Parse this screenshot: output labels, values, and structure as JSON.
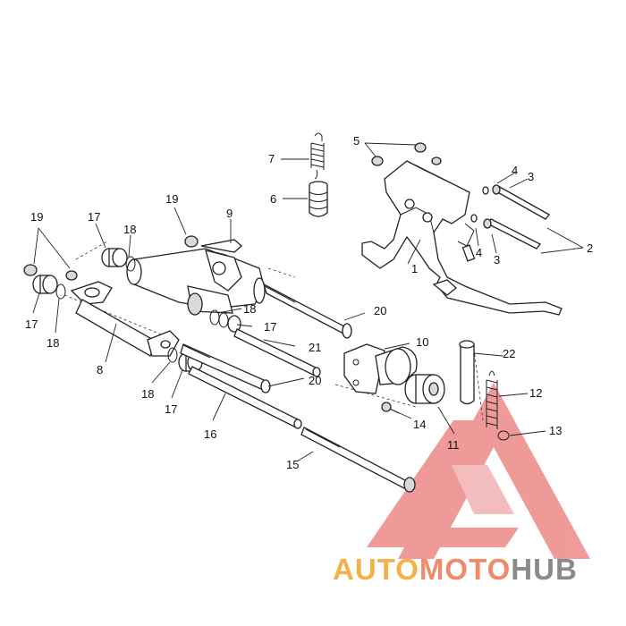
{
  "diagram": {
    "callouts": [
      {
        "id": "c1",
        "text": "1"
      },
      {
        "id": "c2",
        "text": "2"
      },
      {
        "id": "c3a",
        "text": "3"
      },
      {
        "id": "c3b",
        "text": "3"
      },
      {
        "id": "c4a",
        "text": "4"
      },
      {
        "id": "c4b",
        "text": "4"
      },
      {
        "id": "c5",
        "text": "5"
      },
      {
        "id": "c6",
        "text": "6"
      },
      {
        "id": "c7",
        "text": "7"
      },
      {
        "id": "c8",
        "text": "8"
      },
      {
        "id": "c9",
        "text": "9"
      },
      {
        "id": "c10",
        "text": "10"
      },
      {
        "id": "c11",
        "text": "11"
      },
      {
        "id": "c12",
        "text": "12"
      },
      {
        "id": "c13",
        "text": "13"
      },
      {
        "id": "c14",
        "text": "14"
      },
      {
        "id": "c15",
        "text": "15"
      },
      {
        "id": "c16",
        "text": "16"
      },
      {
        "id": "c17a",
        "text": "17"
      },
      {
        "id": "c17b",
        "text": "17"
      },
      {
        "id": "c17c",
        "text": "17"
      },
      {
        "id": "c17d",
        "text": "17"
      },
      {
        "id": "c18a",
        "text": "18"
      },
      {
        "id": "c18b",
        "text": "18"
      },
      {
        "id": "c18c",
        "text": "18"
      },
      {
        "id": "c18d",
        "text": "18"
      },
      {
        "id": "c19a",
        "text": "19"
      },
      {
        "id": "c19b",
        "text": "19"
      },
      {
        "id": "c20a",
        "text": "20"
      },
      {
        "id": "c20b",
        "text": "20"
      },
      {
        "id": "c21",
        "text": "21"
      },
      {
        "id": "c22",
        "text": "22"
      }
    ]
  },
  "watermark": {
    "part1": "AUTO",
    "part2": "MOTO",
    "part3": "HUB",
    "color1": "#f3b14a",
    "color2": "#f08a6a",
    "color3": "#8a8a8a",
    "triangle_color": "#ee8f8f"
  }
}
